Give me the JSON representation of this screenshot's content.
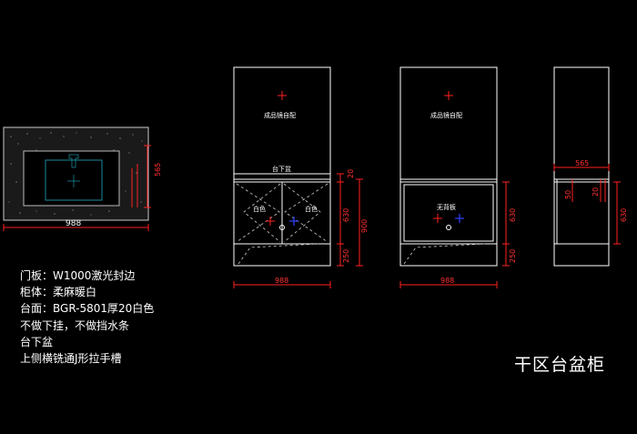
{
  "title": "干区台盆柜",
  "notes": [
    "门板：W1000激光封边",
    "柜体：柔麻暖白",
    "台面：BGR-5801厚20白色",
    "不做下挂，不做挡水条",
    "台下盆",
    "上侧横铣通J形拉手槽"
  ],
  "plan_view": {
    "width_dim": "988",
    "depth_dim": "565"
  },
  "front_view_1": {
    "mirror_label": "成品镜自配",
    "basin_label": "台下盆",
    "door_left_label": "白色",
    "door_right_label": "白色",
    "width_dim": "988",
    "dims": {
      "d20": "20",
      "d630": "630",
      "d900": "900",
      "d250": "250"
    }
  },
  "front_view_2": {
    "mirror_label": "成品镜自配",
    "back_label": "无背板",
    "width_dim": "988",
    "dims": {
      "d630": "630",
      "d250": "250"
    }
  },
  "side_view": {
    "width_dim": "565",
    "dims": {
      "d50": "50",
      "d20": "20",
      "d630": "630"
    }
  },
  "colors": {
    "line": "#ffffff",
    "dimension": "#ff2020",
    "marker_blue": "#3040ff",
    "background": "#000000"
  }
}
